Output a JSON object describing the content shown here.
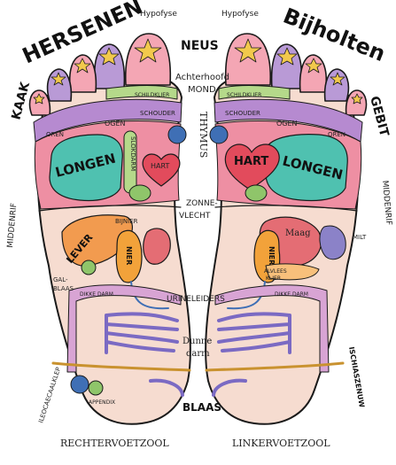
{
  "labels": {
    "hersenen": "HERSENEN",
    "bijholten": "Bijholten",
    "hypofyse_left": "Hypofyse",
    "hypofyse_right": "Hypofyse",
    "neus": "NEUS",
    "achterhoofd": "Achterhoofd",
    "mond": "MOND",
    "kaak": "KAAK",
    "gebit": "GEBIT",
    "oren_left": "OREN",
    "ogen_left": "OGEN",
    "oren_right": "OREN",
    "ogen_right": "OGEN",
    "schildklier_left": "SCHILDKLIER",
    "schildklier_right": "SCHILDKLIER",
    "schouder_left": "SCHOUDER",
    "schouder_right": "SCHOUDER",
    "thymus": "THYMUS",
    "longen_left": "LONGEN",
    "longen_right": "LONGEN",
    "slokdarm": "SLOKDARM",
    "hart_left": "HART",
    "hart_right": "HART",
    "middenrif_left": "MIDDENRIF",
    "middenrif_right": "MIDDENRIF",
    "zonnevlecht": "ZONNE-\nVLECHT",
    "zonnevlecht_1": "ZONNE-",
    "zonnevlecht_2": "VLECHT",
    "lever": "LEVER",
    "bijnier": "BIJNIER",
    "nier_left": "NIER",
    "nier_right": "NIER",
    "maag": "Maag",
    "milt": "MILT",
    "alvleesklier_1": "ALVLEES",
    "alvleesklier_2": "KLIER",
    "galblaas_1": "GAL-",
    "galblaas_2": "BLAAS",
    "urineleiders": "URINELEIDERS",
    "dikke_darm_left": "DIKKE DARM",
    "dikke_darm_right": "DIKKE DARM",
    "dunne_darm_1": "Dunne",
    "dunne_darm_2": "darm",
    "ileocaecaal": "ILEOCAECAALKLEP",
    "appendix": "APPENDIX",
    "ischiaszenuw": "ISCHIASZENUW",
    "blaas": "BLAAS",
    "rechtervoetzool": "RECHTERVOETZOOL",
    "linkervoetzool": "LINKERVOETZOOL"
  },
  "colors": {
    "outline": "#1a1a1a",
    "skin": "#f6dcd0",
    "toe_star": "#f2c94c",
    "toe_pink": "#f4a6b4",
    "toe_purple": "#b99ad6",
    "band_green": "#b5d98a",
    "band_purple": "#b68ad0",
    "lungs": "#4fc1b0",
    "heart": "#e24b5c",
    "chest_pink": "#ee8fa3",
    "liver": "#f29b4f",
    "kidney": "#f2a23a",
    "stomach": "#e46d74",
    "pancreas": "#f8c07b",
    "spleen": "#8b82c8",
    "blue": "#3f6fb5",
    "intestine": "#7b6ac3",
    "colon": "#d8a4d4",
    "ischias": "#c9922f",
    "solar": "#8fc56a"
  }
}
